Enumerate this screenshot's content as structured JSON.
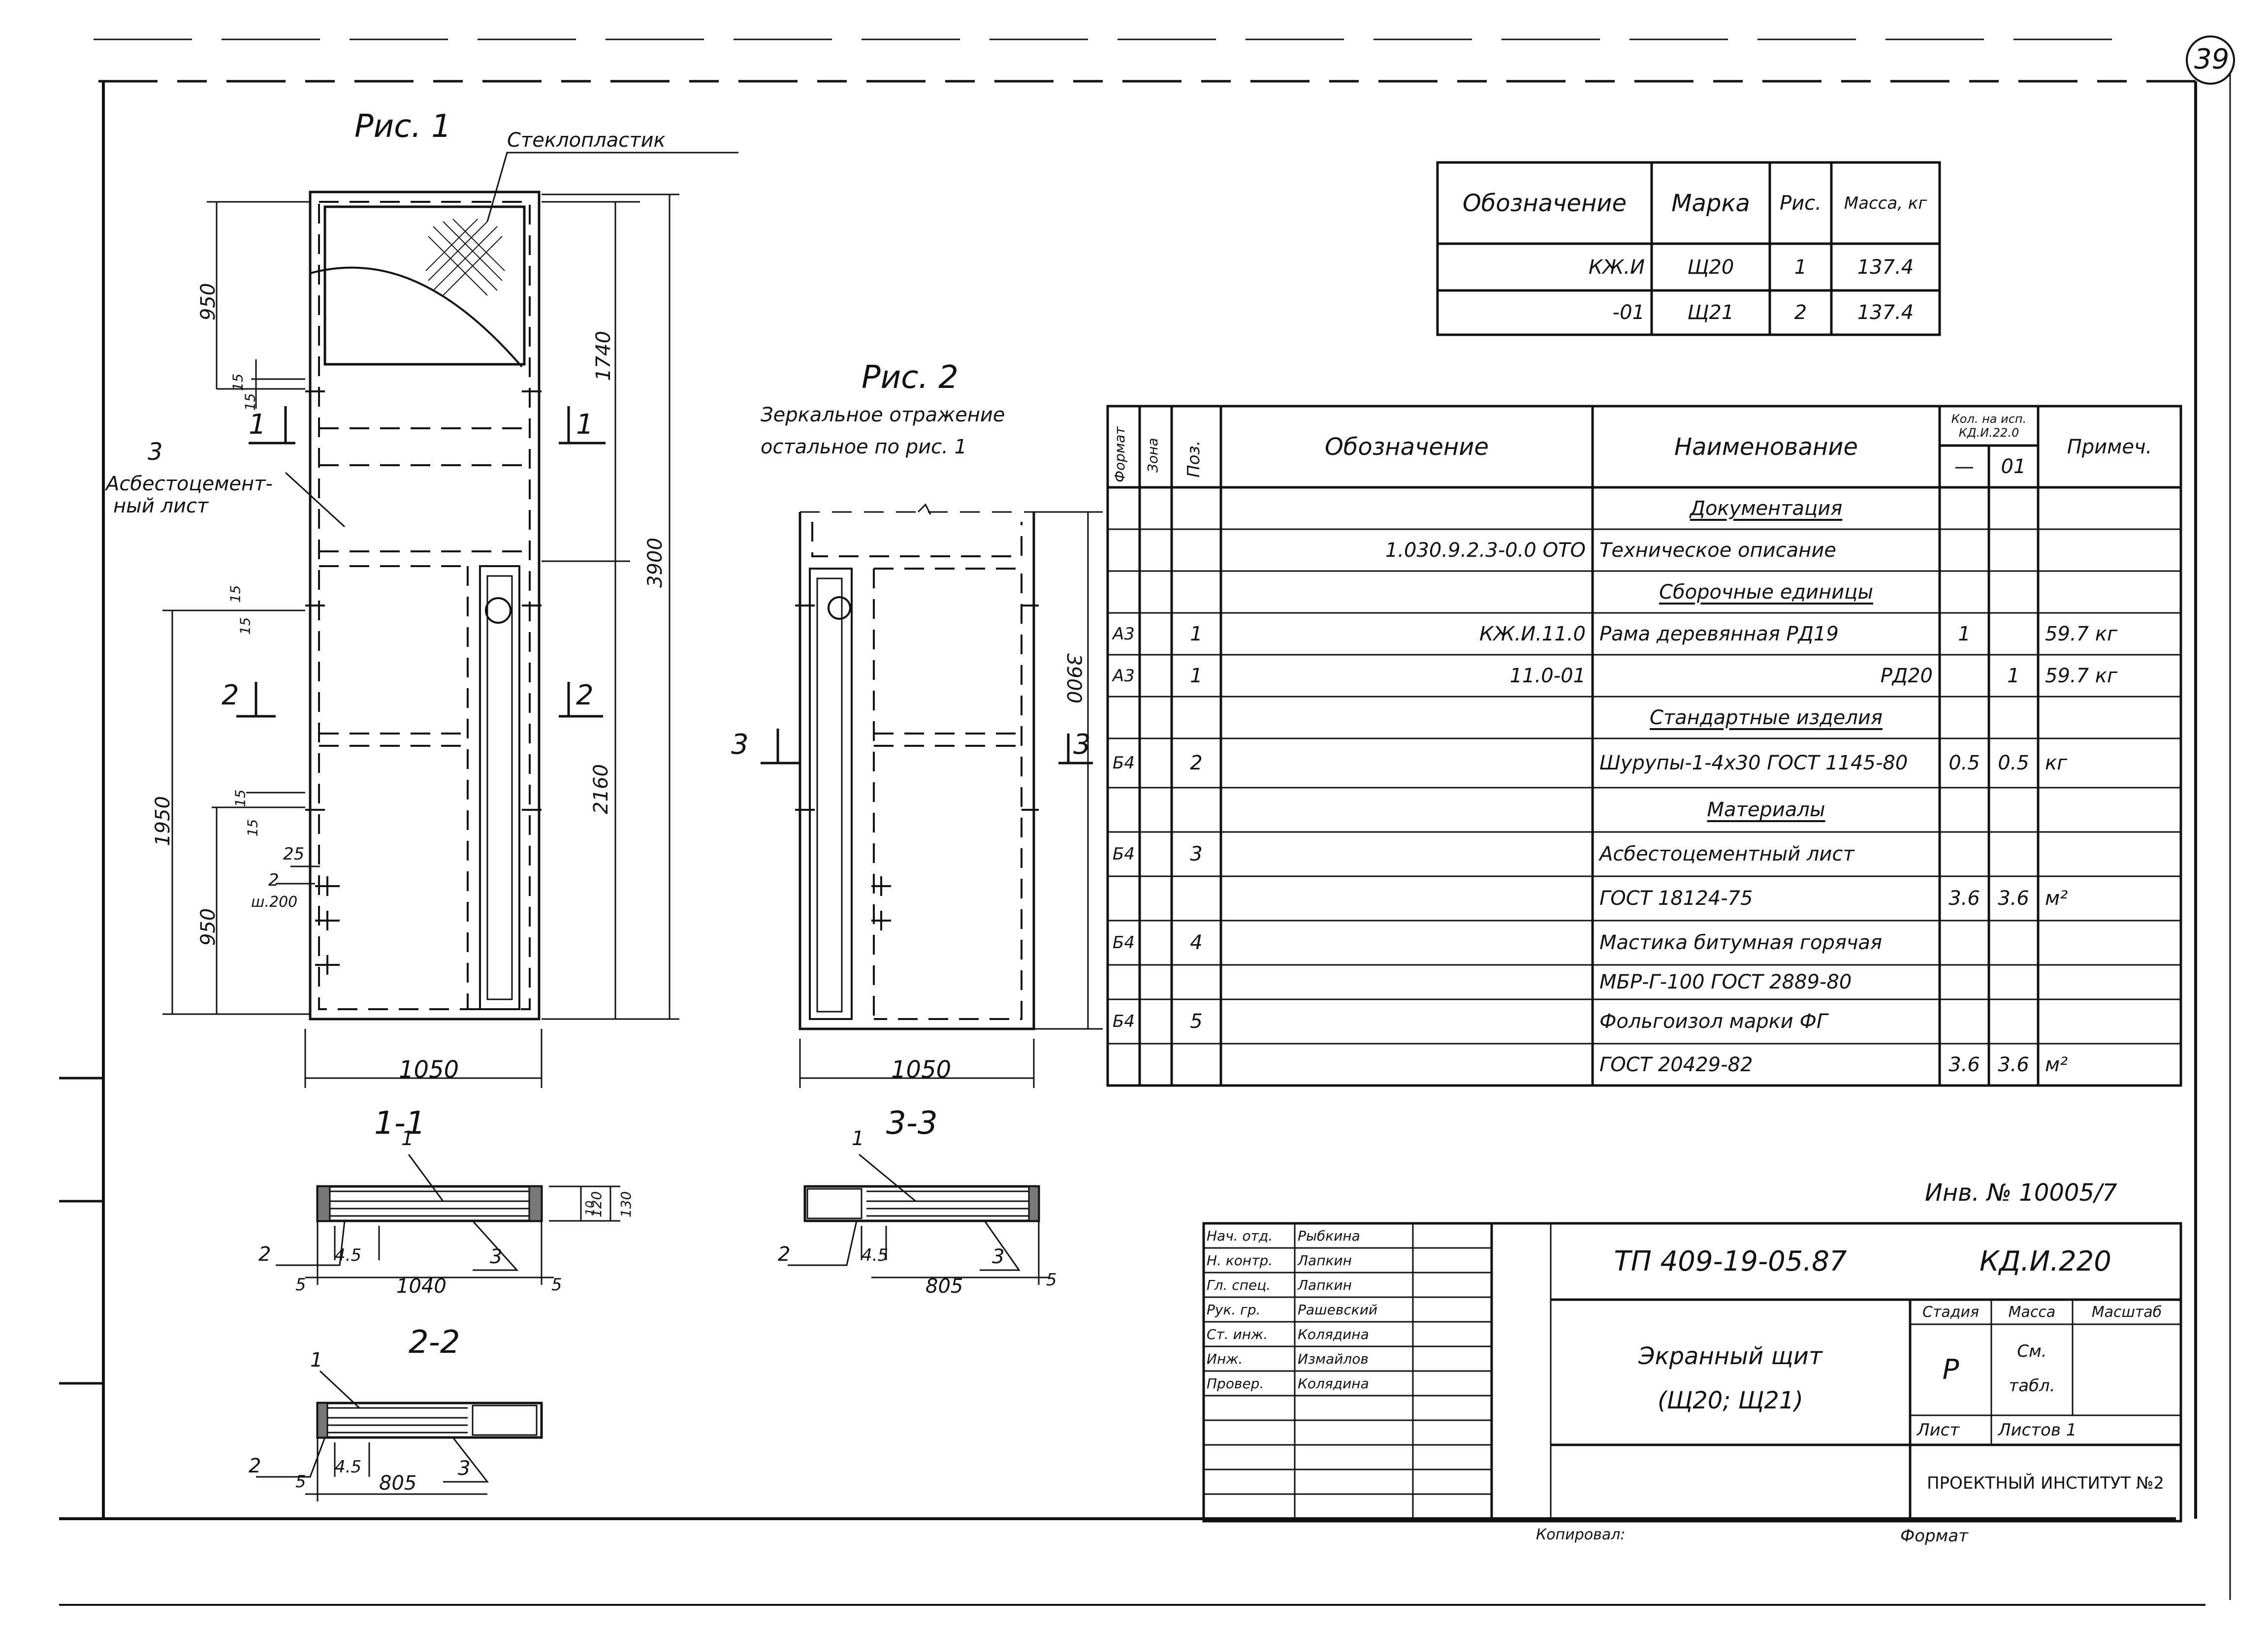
{
  "sheet": {
    "page_number": "39",
    "inventory_number": "Инв. № 10005/7",
    "copied_by": "Копировал:",
    "format_label": "Формат"
  },
  "figure1": {
    "title": "Рис. 1",
    "label_fiberglass": "Стеклопластик",
    "label_part3_num": "3",
    "label_part3_line1": "Асбестоцемент-",
    "label_part3_line2": "ный лист",
    "dims": {
      "top_950": "950",
      "d15_a": "15",
      "d15_b": "15",
      "d15_c": "15",
      "d15_d": "15",
      "d15_e": "15",
      "d15_f": "15",
      "h1740": "1740",
      "h3900": "3900",
      "h1950": "1950",
      "h2160": "2160",
      "bot_950": "950",
      "d25": "25",
      "step_num": "2",
      "step": "ш.200",
      "width": "1050"
    },
    "section_marks": {
      "s1": "1",
      "s2": "2"
    }
  },
  "figure2": {
    "title": "Рис. 2",
    "subtitle_line1": "Зеркальное отражение",
    "subtitle_line2": "остальное по рис. 1",
    "height": "3900",
    "width": "1050",
    "section_mark": "3"
  },
  "sections": {
    "s11": {
      "title": "1-1",
      "p1": "1",
      "p2": "2",
      "p3": "3",
      "d45": "4.5",
      "d1040": "1040",
      "d5a": "5",
      "d5b": "5",
      "d10": "10",
      "d120": "120",
      "d130": "130"
    },
    "s22": {
      "title": "2-2",
      "p1": "1",
      "p2": "2",
      "p3": "3",
      "d45": "4.5",
      "d805": "805",
      "d5": "5"
    },
    "s33": {
      "title": "3-3",
      "p1": "1",
      "p2": "2",
      "p3": "3",
      "d45": "4.5",
      "d805": "805",
      "d5": "5"
    }
  },
  "marks_table": {
    "headers": [
      "Обозначение",
      "Марка",
      "Рис.",
      "Масса, кг"
    ],
    "rows": [
      [
        "КЖ.И",
        "Щ20",
        "1",
        "137.4"
      ],
      [
        "-01",
        "Щ21",
        "2",
        "137.4"
      ]
    ]
  },
  "spec_table": {
    "headers": {
      "format": "Формат",
      "zone": "Зона",
      "pos": "Поз.",
      "designation": "Обозначение",
      "name": "Наименование",
      "qty_top": "Кол. на исп. КД.И.22.0",
      "qty_a": "—",
      "qty_b": "01",
      "note": "Примеч."
    },
    "rows": [
      {
        "format": "",
        "pos": "",
        "designation": "",
        "name": "Документация",
        "section": true,
        "q1": "",
        "q2": "",
        "note": ""
      },
      {
        "format": "",
        "pos": "",
        "designation": "1.030.9.2.3-0.0 ОТО",
        "name": "Техническое описание",
        "section": false,
        "q1": "",
        "q2": "",
        "note": ""
      },
      {
        "format": "",
        "pos": "",
        "designation": "",
        "name": "Сборочные единицы",
        "section": true,
        "q1": "",
        "q2": "",
        "note": ""
      },
      {
        "format": "А3",
        "pos": "1",
        "designation": "КЖ.И.11.0",
        "name": "Рама деревянная РД19",
        "section": false,
        "q1": "1",
        "q2": "",
        "note": "59.7 кг"
      },
      {
        "format": "А3",
        "pos": "1",
        "designation": "11.0-01",
        "name": "РД20",
        "section": false,
        "q1": "",
        "q2": "1",
        "note": "59.7 кг"
      },
      {
        "format": "",
        "pos": "",
        "designation": "",
        "name": "Стандартные изделия",
        "section": true,
        "q1": "",
        "q2": "",
        "note": ""
      },
      {
        "format": "Б4",
        "pos": "2",
        "designation": "",
        "name": "Шурупы-1-4х30 ГОСТ 1145-80",
        "section": false,
        "q1": "0.5",
        "q2": "0.5",
        "note": "кг"
      },
      {
        "format": "",
        "pos": "",
        "designation": "",
        "name": "Материалы",
        "section": true,
        "q1": "",
        "q2": "",
        "note": ""
      },
      {
        "format": "Б4",
        "pos": "3",
        "designation": "",
        "name": "Асбестоцементный лист",
        "section": false,
        "q1": "",
        "q2": "",
        "note": ""
      },
      {
        "format": "",
        "pos": "",
        "designation": "",
        "name": "ГОСТ 18124-75",
        "section": false,
        "q1": "3.6",
        "q2": "3.6",
        "note": "м²"
      },
      {
        "format": "Б4",
        "pos": "4",
        "designation": "",
        "name": "Мастика битумная горячая",
        "section": false,
        "q1": "",
        "q2": "",
        "note": ""
      },
      {
        "format": "",
        "pos": "",
        "designation": "",
        "name": "МБР-Г-100 ГОСТ 2889-80",
        "section": false,
        "q1": "",
        "q2": "",
        "note": ""
      },
      {
        "format": "Б4",
        "pos": "5",
        "designation": "",
        "name": "Фольгоизол марки ФГ",
        "section": false,
        "q1": "",
        "q2": "",
        "note": ""
      },
      {
        "format": "",
        "pos": "",
        "designation": "",
        "name": "ГОСТ 20429-82",
        "section": false,
        "q1": "3.6",
        "q2": "3.6",
        "note": "м²"
      }
    ]
  },
  "title_block": {
    "signatures": [
      {
        "role": "Нач. отд.",
        "name": "Рыбкина"
      },
      {
        "role": "Н. контр.",
        "name": "Лапкин"
      },
      {
        "role": "Гл. спец.",
        "name": "Лапкин"
      },
      {
        "role": "Рук. гр.",
        "name": "Рашевский"
      },
      {
        "role": "Ст. инж.",
        "name": "Колядина"
      },
      {
        "role": "Инж.",
        "name": "Измайлов"
      },
      {
        "role": "Провер.",
        "name": "Колядина"
      }
    ],
    "project_code": "ТП 409-19-05.87",
    "doc_code": "КД.И.220",
    "product_line1": "Экранный щит",
    "product_line2": "(Щ20; Щ21)",
    "stage_label": "Стадия",
    "mass_label": "Масса",
    "scale_label": "Масштаб",
    "stage_value": "Р",
    "mass_line1": "См.",
    "mass_line2": "табл.",
    "sheet_label": "Лист",
    "sheets_label": "Листов 1",
    "organization": "ПРОЕКТНЫЙ ИНСТИТУТ №2"
  }
}
